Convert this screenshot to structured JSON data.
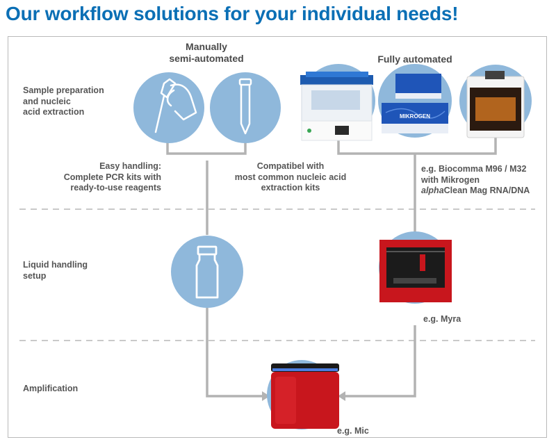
{
  "title": "Our workflow solutions for your individual needs!",
  "columns": {
    "manual_line1": "Manually",
    "manual_line2": "semi-automated",
    "automated": "Fully automated"
  },
  "rows": {
    "sample_prep": [
      "Sample preparation",
      "and nucleic",
      "acid extraction"
    ],
    "liquid_handling": [
      "Liquid handling",
      "setup"
    ],
    "amplification": "Amplification"
  },
  "captions": {
    "easy_handling": [
      "Easy handling:",
      "Complete PCR kits with",
      "ready-to-use reagents"
    ],
    "compatible": [
      "Compatibel with",
      "most common nucleic acid",
      "extraction kits"
    ],
    "biocomma_line1": "e.g. Biocomma M96 / M32",
    "biocomma_line2": "with Mikrogen",
    "biocomma_italic": "alpha",
    "biocomma_rest": "Clean Mag RNA/DNA",
    "myra": "e.g. Myra",
    "mic": "e.g. Mic"
  },
  "product_text": {
    "box_brand": "MIKROGEN"
  },
  "colors": {
    "title": "#0b6fb5",
    "circle": "#8fb8db",
    "connector": "#b3b3b3",
    "device_red": "#c8161d"
  }
}
